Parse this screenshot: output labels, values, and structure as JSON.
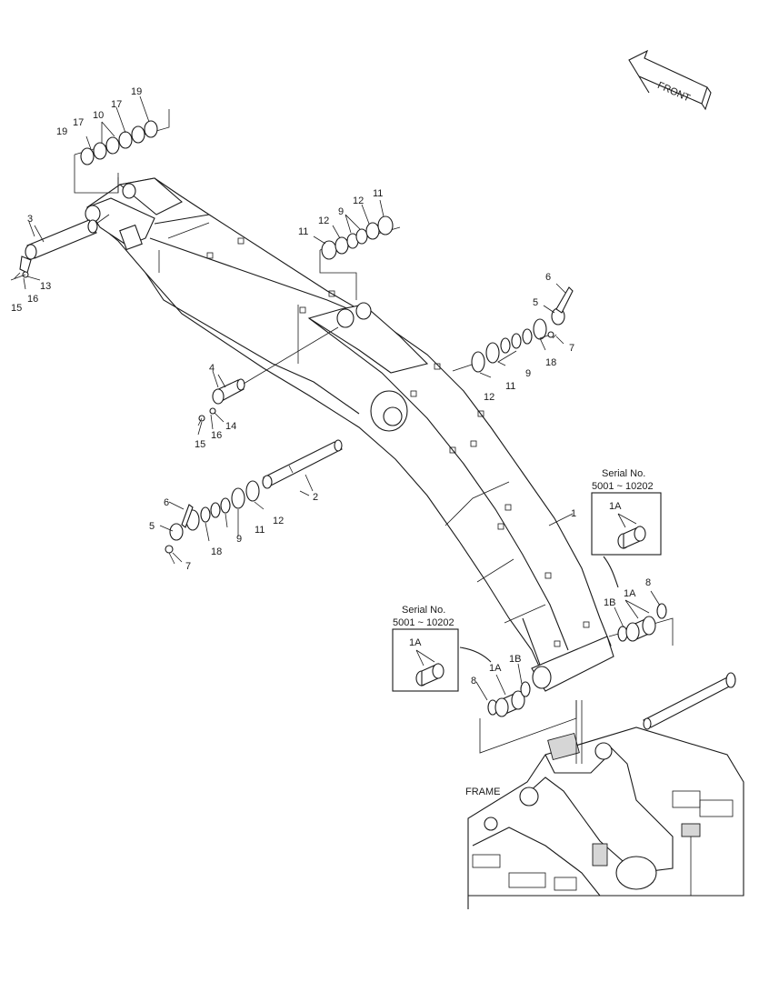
{
  "diagram": {
    "front_label": "FRONT",
    "frame_label": "FRAME",
    "serial_boxes": [
      {
        "title": "Serial No.",
        "range": "5001 ~ 10202",
        "part": "1A"
      },
      {
        "title": "Serial No.",
        "range": "5001 ~ 10202",
        "part": "1A"
      }
    ],
    "callouts": {
      "boom": "1",
      "bushing_1a_right": "1A",
      "bushing_1a_left": "1A",
      "ring_1b_right": "1B",
      "ring_1b_left": "1B",
      "pin_2": "2",
      "pin_3": "3",
      "pin_4": "4",
      "nut_5_right": "5",
      "nut_5_left": "5",
      "bolt_6_right": "6",
      "bolt_6_left": "6",
      "fitting_7_right": "7",
      "fitting_7_left": "7",
      "seal_8_right": "8",
      "seal_8_left": "8",
      "shim_9_top": "9",
      "shim_9_right": "9",
      "shim_9_left": "9",
      "shim_10_top": "10",
      "shim_11_top_a": "11",
      "shim_11_top_b": "11",
      "shim_11_right": "11",
      "shim_11_left": "11",
      "shim_12_top": "12",
      "shim_12_top_b": "12",
      "shim_12_right": "12",
      "shim_12_left": "12",
      "bolt_13": "13",
      "washer_14": "14",
      "washer_16_top": "16",
      "washer_16_mid": "16",
      "bolt_15_top": "15",
      "bolt_15_mid": "15",
      "shim_17_a": "17",
      "shim_17_b": "17",
      "shim_18_right": "18",
      "shim_18_left": "18",
      "shim_19_a": "19",
      "shim_19_b": "19"
    }
  }
}
